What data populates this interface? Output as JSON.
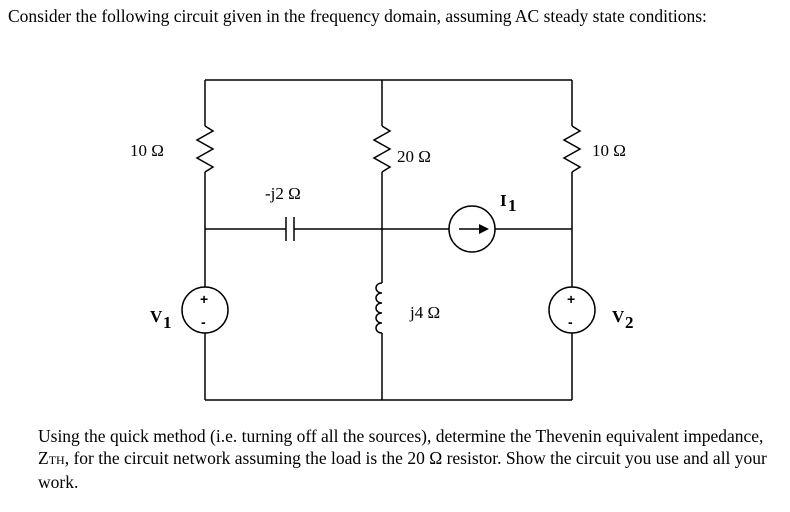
{
  "question": {
    "text": "Consider the following circuit given in the frequency domain, assuming AC steady state conditions:"
  },
  "circuit": {
    "r_left_label": "10 Ω",
    "r_mid_label": "20 Ω",
    "r_right_label": "10 Ω",
    "cap_label": "-j2 Ω",
    "current_source_label": "I",
    "current_source_sub": "1",
    "inductor_label": "j4 Ω",
    "v1_label": "V",
    "v1_sub": "1",
    "v2_label": "V",
    "v2_sub": "2",
    "plus_sign": "+",
    "minus_sign": "-"
  },
  "followup": {
    "part1": "Using the quick method (i.e. turning off all the sources), determine the Thevenin equivalent impedance, Z",
    "zth_sub": "TH",
    "part2": ", for the circuit network assuming the load is the 20 Ω resistor. Show the circuit you use and all your work."
  }
}
